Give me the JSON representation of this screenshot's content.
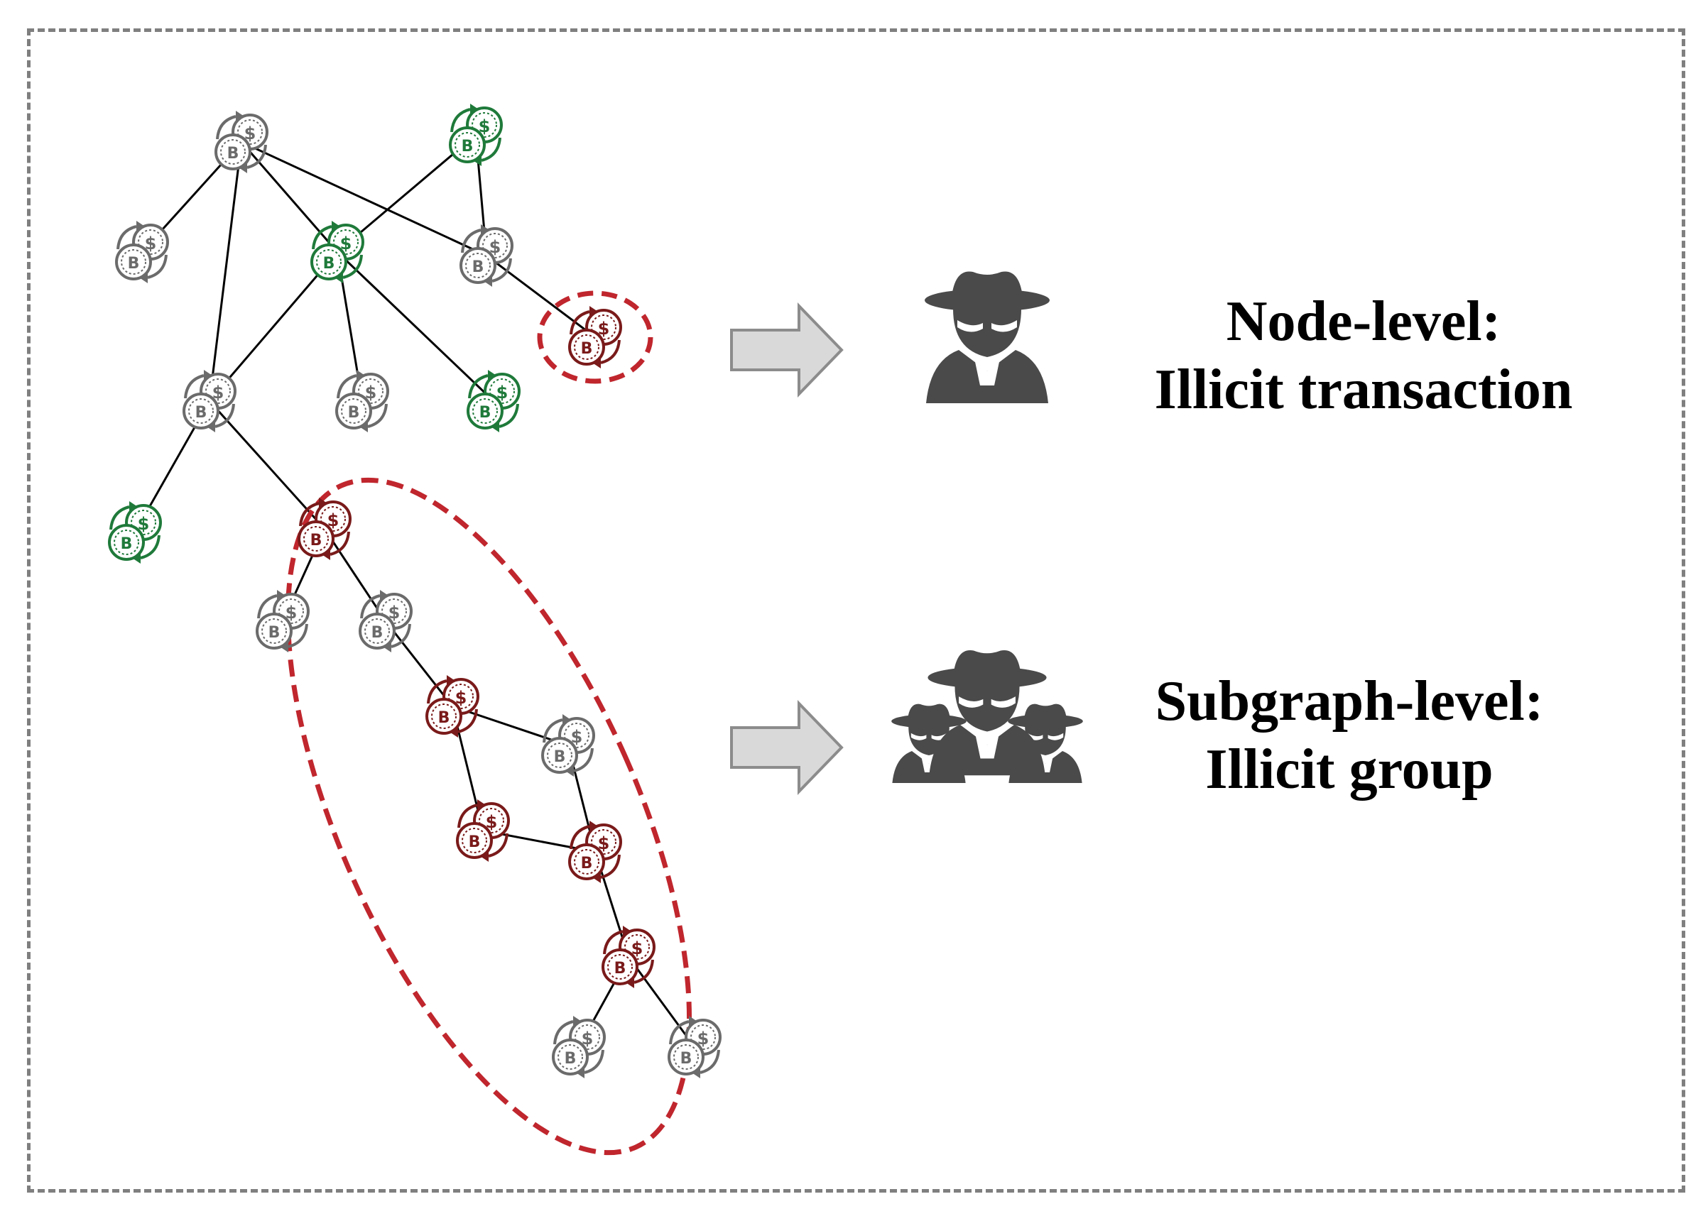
{
  "colors": {
    "normal": "#6b6b6b",
    "licit": "#1f7a3a",
    "illicit": "#7a1a1a",
    "highlight": "#c0262d",
    "frame": "#7f7f7f",
    "arrow_fill": "#d9d9d9",
    "arrow_stroke": "#8c8c8c",
    "figure": "#4a4a4a"
  },
  "icons": {
    "node": "bitcoin-dollar-exchange-icon",
    "arrow": "right-arrow-icon",
    "single_actor": "spy-icon",
    "group_actor": "spy-group-icon"
  },
  "node_level": {
    "line1": "Node-level:",
    "line2": "Illicit transaction"
  },
  "subgraph_level": {
    "line1": "Subgraph-level:",
    "line2": "Illicit group"
  },
  "graph": {
    "nodes": [
      {
        "id": "n1",
        "status": "normal"
      },
      {
        "id": "n2",
        "status": "licit"
      },
      {
        "id": "n3",
        "status": "normal"
      },
      {
        "id": "n4",
        "status": "licit"
      },
      {
        "id": "n5",
        "status": "normal"
      },
      {
        "id": "n6",
        "status": "illicit"
      },
      {
        "id": "n7",
        "status": "normal"
      },
      {
        "id": "n8",
        "status": "normal"
      },
      {
        "id": "n9",
        "status": "licit"
      },
      {
        "id": "n10",
        "status": "licit"
      },
      {
        "id": "n11",
        "status": "illicit"
      },
      {
        "id": "n12",
        "status": "normal"
      },
      {
        "id": "n13",
        "status": "normal"
      },
      {
        "id": "n14",
        "status": "illicit"
      },
      {
        "id": "n15",
        "status": "normal"
      },
      {
        "id": "n16",
        "status": "illicit"
      },
      {
        "id": "n17",
        "status": "illicit"
      },
      {
        "id": "n18",
        "status": "illicit"
      },
      {
        "id": "n19",
        "status": "normal"
      },
      {
        "id": "n20",
        "status": "normal"
      }
    ],
    "edges": [
      [
        "n1",
        "n3"
      ],
      [
        "n1",
        "n4"
      ],
      [
        "n1",
        "n5"
      ],
      [
        "n1",
        "n7"
      ],
      [
        "n2",
        "n4"
      ],
      [
        "n2",
        "n5"
      ],
      [
        "n5",
        "n6"
      ],
      [
        "n4",
        "n7"
      ],
      [
        "n4",
        "n8"
      ],
      [
        "n4",
        "n9"
      ],
      [
        "n7",
        "n10"
      ],
      [
        "n7",
        "n11"
      ],
      [
        "n11",
        "n12"
      ],
      [
        "n11",
        "n13"
      ],
      [
        "n13",
        "n14"
      ],
      [
        "n14",
        "n15"
      ],
      [
        "n14",
        "n16"
      ],
      [
        "n15",
        "n17"
      ],
      [
        "n16",
        "n17"
      ],
      [
        "n17",
        "n18"
      ],
      [
        "n18",
        "n19"
      ],
      [
        "n18",
        "n20"
      ]
    ],
    "highlight_node": "n6",
    "highlight_group": [
      "n11",
      "n12",
      "n13",
      "n14",
      "n15",
      "n16",
      "n17",
      "n18",
      "n19",
      "n20"
    ]
  }
}
